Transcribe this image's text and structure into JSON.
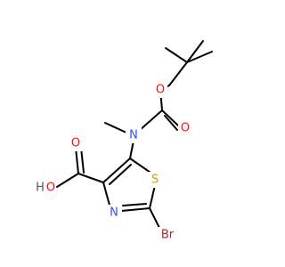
{
  "molecule": {
    "atoms": {
      "O_ester": "O",
      "O_carbonyl": "O",
      "N_amine": "N",
      "O_hydroxyl": "O",
      "H_hydroxyl": "H",
      "O_acid_carbonyl": "O",
      "S_ring": "S",
      "N_ring": "N",
      "Br": "Br"
    },
    "colors": {
      "bond": "#000000",
      "oxygen": "#ff0d0d",
      "nitrogen": "#3050f8",
      "sulfur": "#c6a500",
      "bromine": "#a62929",
      "hydrogen": "#555555"
    }
  }
}
